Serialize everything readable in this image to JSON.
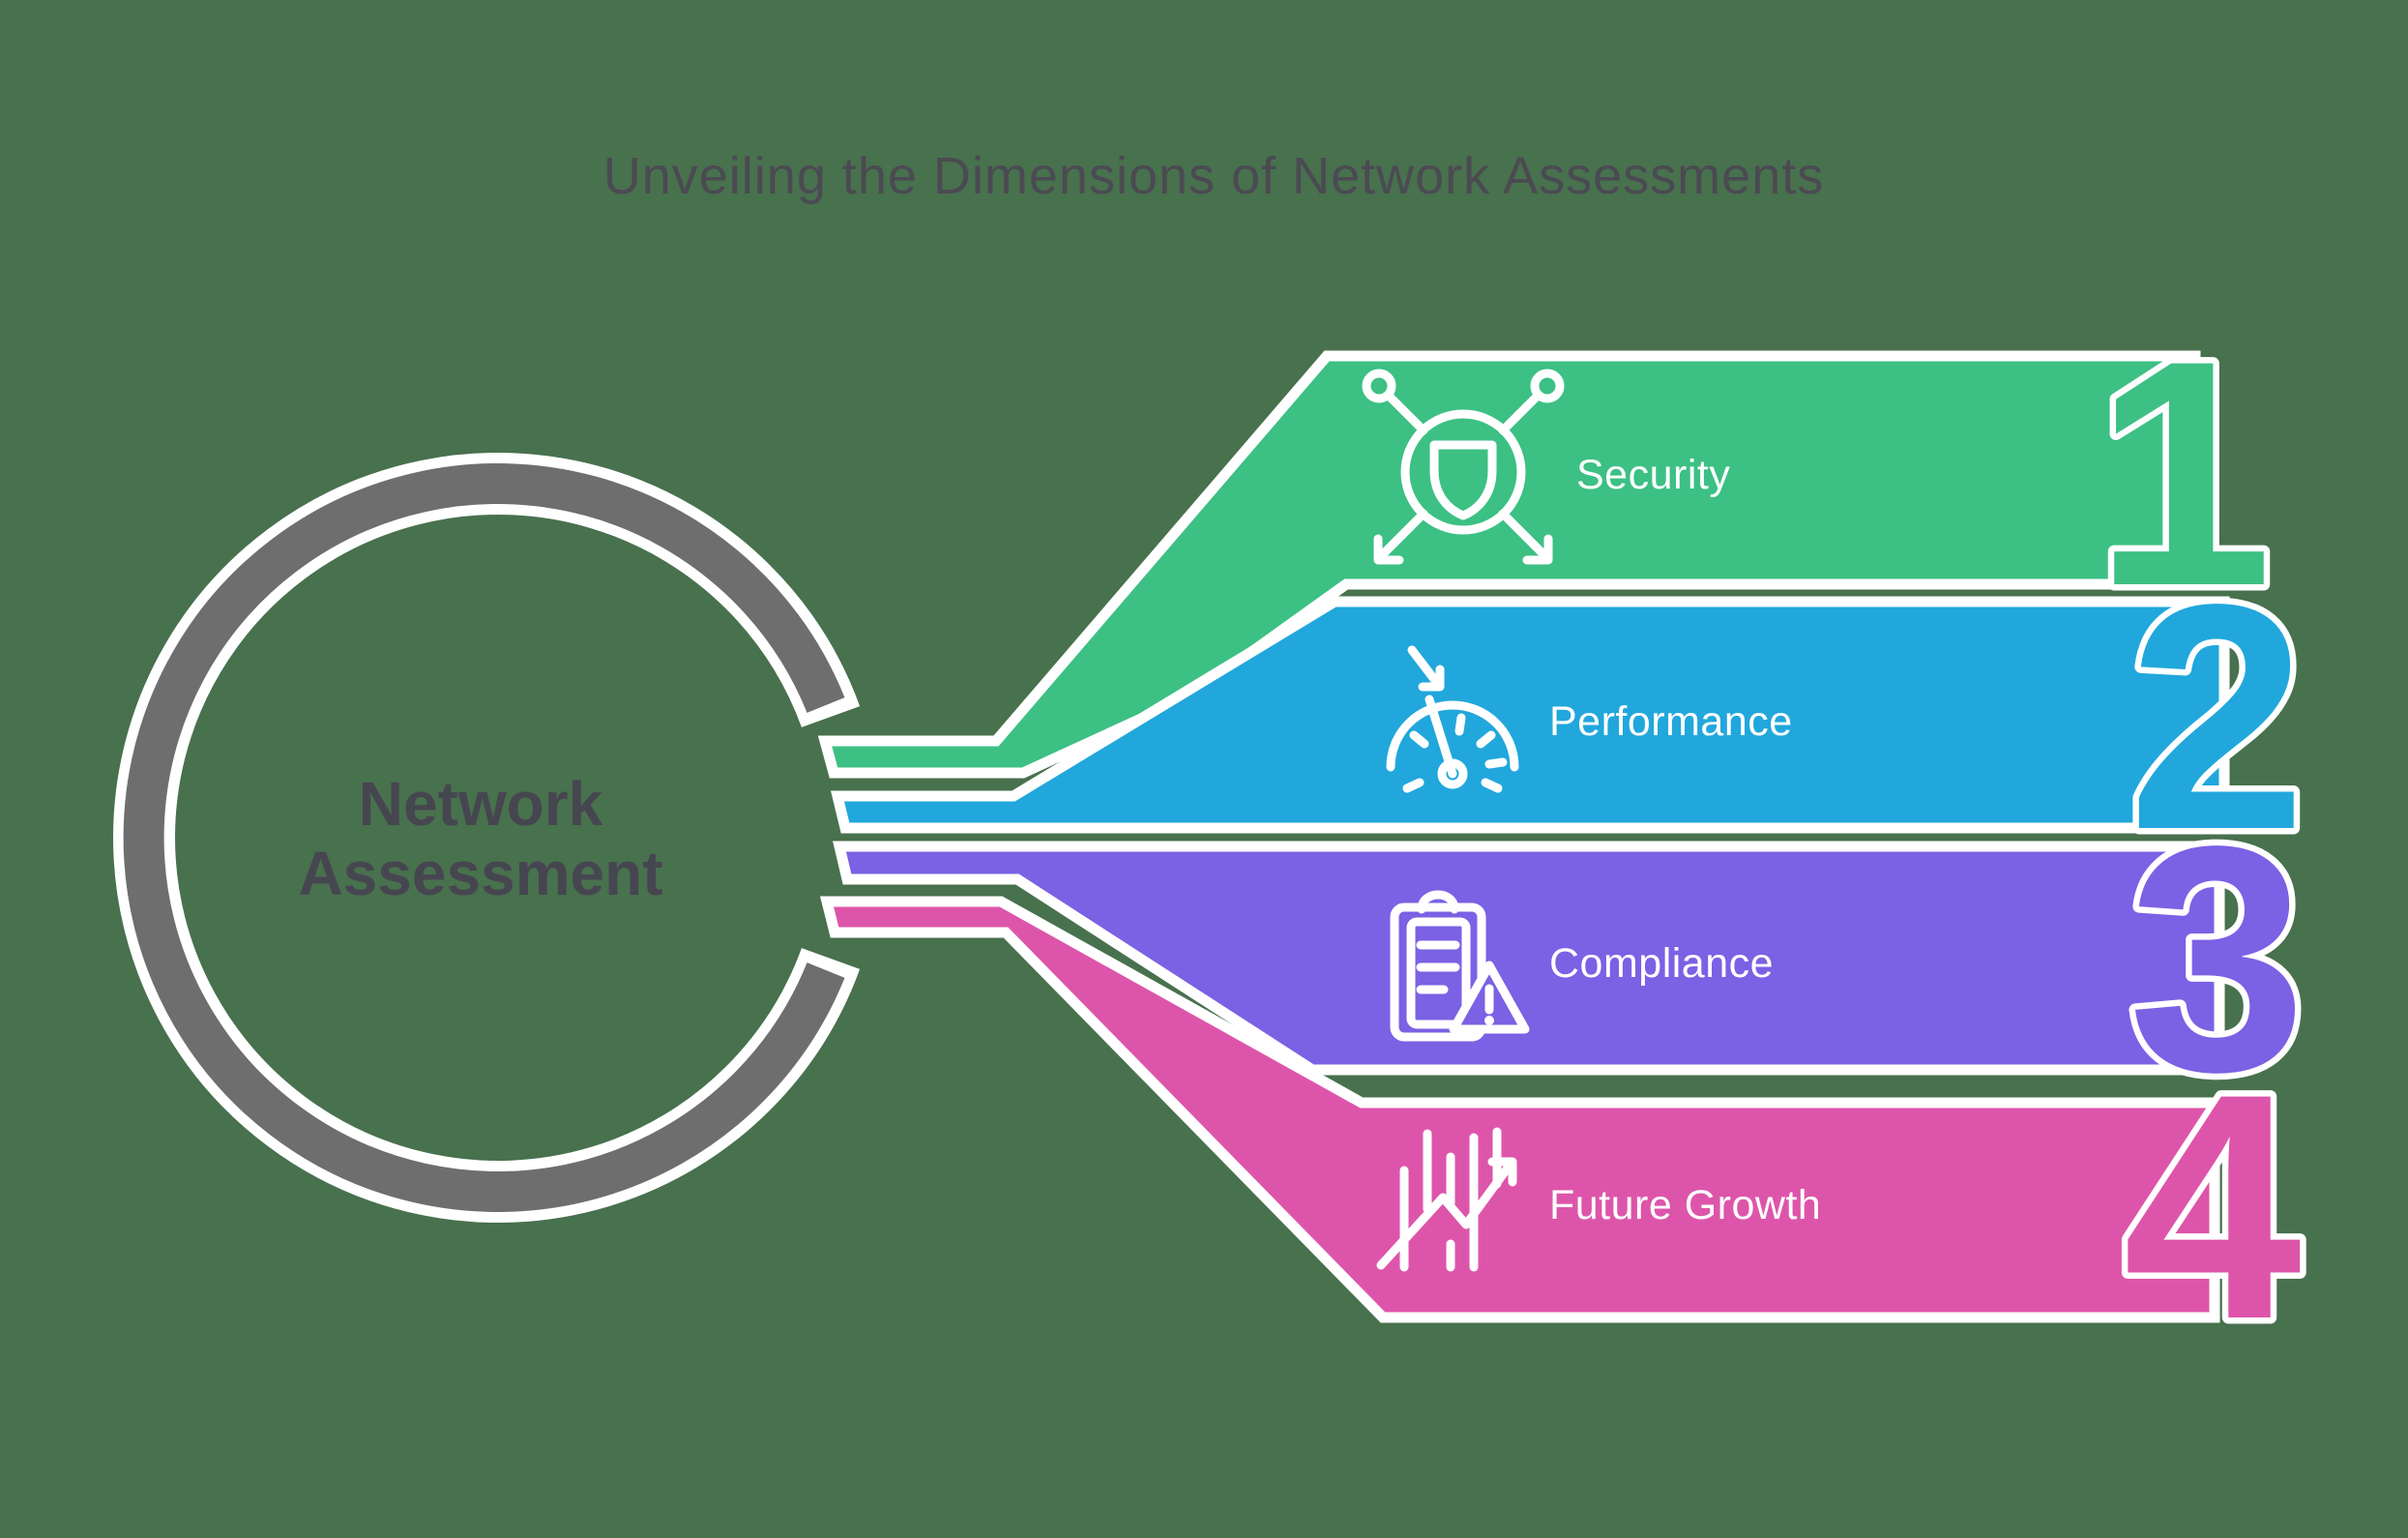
{
  "background_color": "#48714e",
  "title": "Unveiling the Dimensions of Network Assessments",
  "title_color": "#4b4a52",
  "hub": {
    "line1": "Network",
    "line2": "Assessment",
    "text_color": "#464650",
    "ring_color": "#6e6e6e"
  },
  "items": [
    {
      "number": "1",
      "label": "Security",
      "color": "#3cc084",
      "icon": "shield-network-icon"
    },
    {
      "number": "2",
      "label": "Performance",
      "color": "#21a7dc",
      "icon": "gauge-arrow-icon"
    },
    {
      "number": "3",
      "label": "Compliance",
      "color": "#7b61e4",
      "icon": "clipboard-warning-icon"
    },
    {
      "number": "4",
      "label": "Future Growth",
      "color": "#dd55aa",
      "icon": "growth-chart-icon"
    }
  ]
}
